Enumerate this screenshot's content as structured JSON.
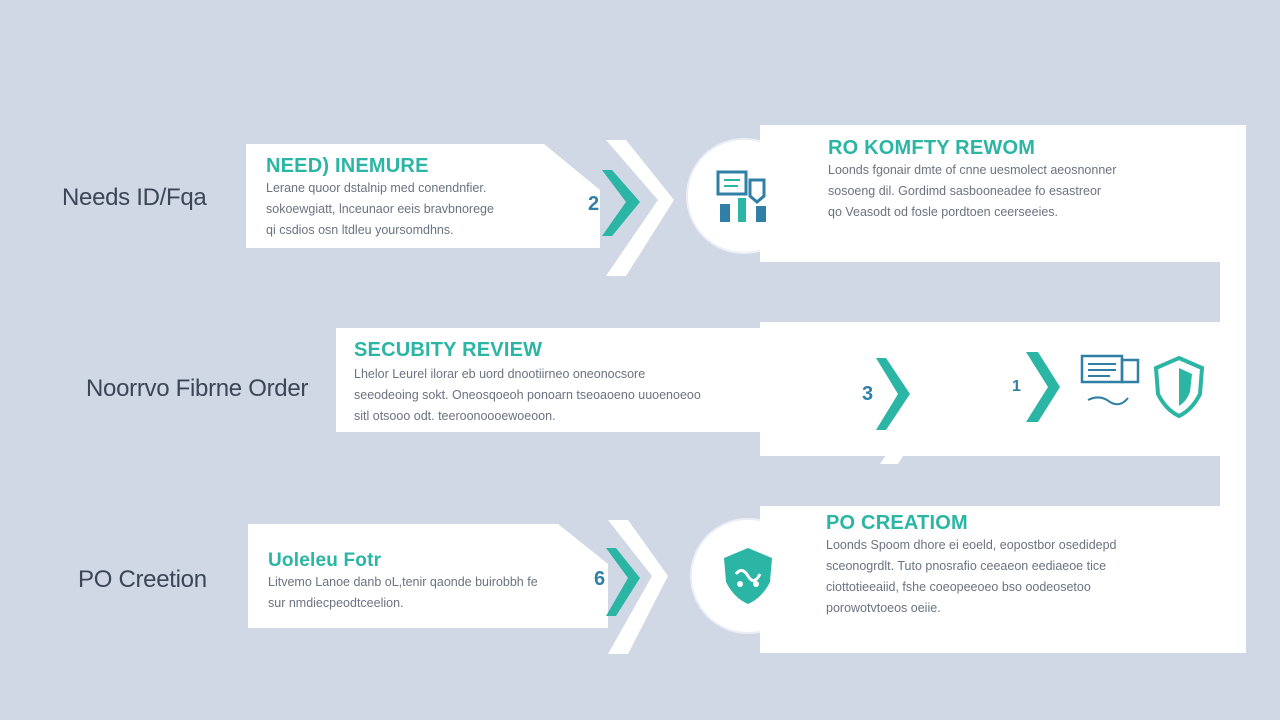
{
  "steps": [
    {
      "side_label": "Needs ID/Fqa",
      "card_title": "NEED) INEMURE",
      "card_text": "Lerane quoor dstalnip med conendnfier.\nsokoewgiatt, lnceunaor eeis bravbnorege\nqi csdios osn ltdleu yoursomdhns.",
      "number": "2",
      "right_title": "RO KOMFTY REWOM",
      "right_text": "Loonds fgonair dmte of cnne uesmolect aeosnonner\nsosoeng dil. Gordimd sasbooneadee fo esastreor\nqo Veasodt od fosle pordtoen ceerseeies.",
      "icon": "document-shield-icon"
    },
    {
      "side_label": "Noorrvo Fibrne Order",
      "card_title": "SECUBITY REVIEW",
      "card_text": "Lhelor Leurel ilorar eb uord dnootiirneo oneonocsore\nseeodeoing sokt. Oneosqoeoh ponoarn tseoaoeno uuoenoeoo\nsitl otsooo odt. teeroonoooewoeoon.",
      "number": "3",
      "right_number": "1",
      "icon": "shield-icon"
    },
    {
      "side_label": "PO Creetion",
      "card_title": "Uoleleu Fotr",
      "card_text": "Litvemo Lanoe danb oL,tenir qaonde buirobbh fe\nsur nmdiecpeodtceelion.",
      "number": "6",
      "right_title": "PO CREATIOM",
      "right_text": "Loonds Spoom dhore ei eoeld, eopostbor osedidepd\nsceonogrdlt. Tuto pnosrafio ceeaeon eediaeoe tice\nciottotieeaiid, fshe coeopeeoeo bso oodeosetoo\nporowotvtoeos oeiie.",
      "icon": "shield-icon"
    }
  ],
  "colors": {
    "background": "#cfd8e4",
    "accent": "#2bb5a4",
    "number": "#2f7fa6",
    "panel": "#ffffff"
  }
}
